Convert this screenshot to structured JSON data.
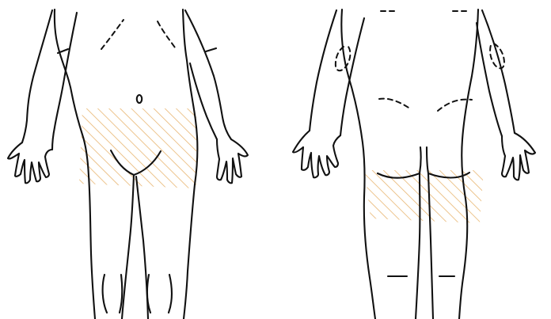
{
  "figure": {
    "views": [
      "front",
      "back"
    ],
    "highlighted_regions": [
      "lower-abdomen-and-thighs-front",
      "buttocks-and-upper-thighs-back"
    ]
  },
  "colors": {
    "outline": "#111111",
    "hatch": "#e7b26a",
    "background": "#ffffff"
  },
  "icons": {
    "front": "front-body-icon",
    "back": "back-body-icon"
  }
}
